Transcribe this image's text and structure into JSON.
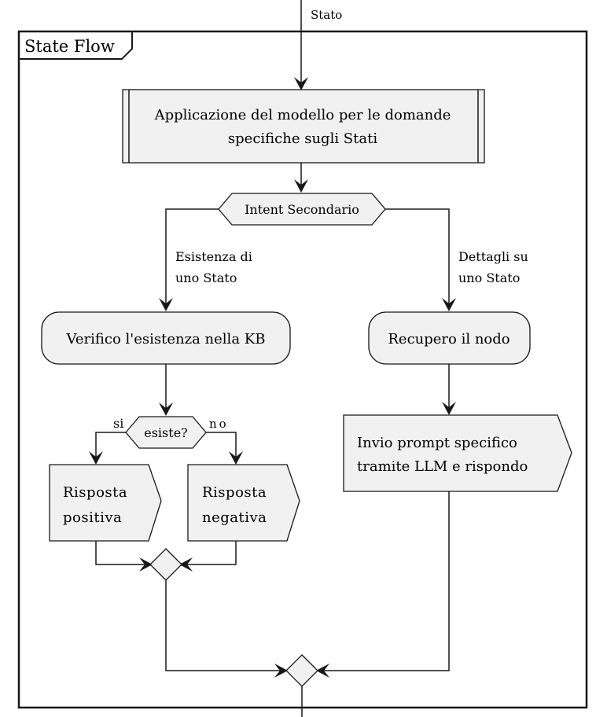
{
  "incoming_label": "Stato",
  "partition": {
    "title": "State Flow"
  },
  "subprocess": {
    "line1": "Applicazione del modello per le domande",
    "line2": "specifiche sugli Stati"
  },
  "intent_switch": {
    "label": "Intent Secondario",
    "left_branch": {
      "line1": "Esistenza di",
      "line2": "uno Stato"
    },
    "right_branch": {
      "line1": "Dettagli su",
      "line2": "uno Stato"
    }
  },
  "verify_action": {
    "label": "Verifico l'esistenza nella KB"
  },
  "fetch_action": {
    "label": "Recupero il nodo"
  },
  "exists_check": {
    "label": "esiste?",
    "yes": "si",
    "no": "no"
  },
  "positive_reply": {
    "line1": "Risposta",
    "line2": "positiva"
  },
  "negative_reply": {
    "line1": "Risposta",
    "line2": "negativa"
  },
  "send_prompt": {
    "line1": "Invio prompt specifico",
    "line2": "tramite LLM e rispondo"
  }
}
